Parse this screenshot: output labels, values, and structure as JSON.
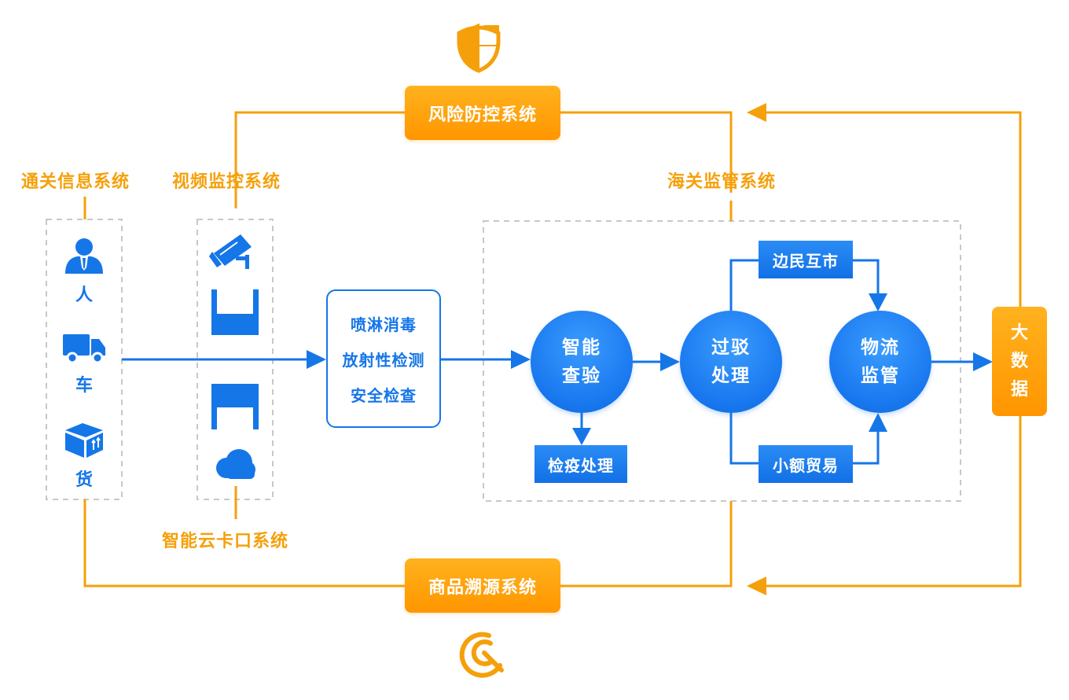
{
  "systems": {
    "risk_control": "风险防控系统",
    "customs_info": "通关信息系统",
    "video_monitor": "视频监控系统",
    "customs_supervision": "海关监管系统",
    "smart_cloud_checkpoint": "智能云卡口系统",
    "traceability": "商品溯源系统"
  },
  "entities": {
    "person": "人",
    "vehicle": "车",
    "goods": "货"
  },
  "inspection_box": {
    "line1": "喷淋消毒",
    "line2": "放射性检测",
    "line3": "安全检查"
  },
  "nodes": {
    "smart_inspection_1": "智能",
    "smart_inspection_2": "查验",
    "clearance_1": "过驳",
    "clearance_2": "处理",
    "logistics_1": "物流",
    "logistics_2": "监管",
    "quarantine": "检疫处理",
    "border_trade": "边民互市",
    "small_trade": "小额贸易"
  },
  "big_data": {
    "char1": "大",
    "char2": "数",
    "char3": "据"
  },
  "colors": {
    "orange": "#f5a00a",
    "blue": "#1576e8",
    "gray_dash": "#c8c8c8"
  },
  "icons": [
    "shield-icon",
    "person-icon",
    "truck-icon",
    "box-icon",
    "camera-icon",
    "gate-icon",
    "cloud-icon",
    "trace-icon"
  ]
}
